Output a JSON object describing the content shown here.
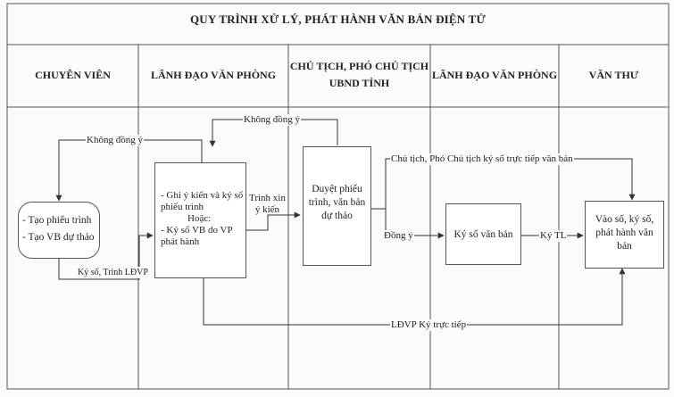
{
  "title": "QUY TRÌNH XỬ LÝ, PHÁT HÀNH VĂN BẢN ĐIỆN TỬ",
  "lanes": [
    {
      "label_line1": "CHUYÊN VIÊN",
      "label_line2": ""
    },
    {
      "label_line1": "LÃNH ĐẠO VĂN PHÒNG",
      "label_line2": ""
    },
    {
      "label_line1": "CHỦ TỊCH, PHÓ CHỦ TỊCH",
      "label_line2": "UBND TỈNH"
    },
    {
      "label_line1": "LÃNH ĐẠO VĂN PHÒNG",
      "label_line2": ""
    },
    {
      "label_line1": "VĂN THƯ",
      "label_line2": ""
    }
  ],
  "nodes": {
    "chuyen_vien": {
      "line1": "- Tạo phiếu trình",
      "line2": "- Tạo VB dự thảo"
    },
    "lanh_dao_1": {
      "line1": "- Ghi ý kiến và ký số",
      "line2": "phiếu trình",
      "line3": "Hoặc:",
      "line4": "- Ký số VB do VP",
      "line5": "phát hành"
    },
    "chu_tich": {
      "line1": "Duyệt phiếu",
      "line2": "trình, văn bản",
      "line3": "dự thảo"
    },
    "lanh_dao_2": {
      "line1": "Ký số văn bản"
    },
    "van_thu": {
      "line1": "Vào số, ký số,",
      "line2": "phát hành văn",
      "line3": "bản"
    }
  },
  "edges": {
    "khong_dong_y_1": "Không đồng ý",
    "khong_dong_y_2": "Không đồng ý",
    "ky_so_trinh": "Ký số, Trình LĐVP",
    "trinh_xin_y_kien_1": "Trình xin",
    "trinh_xin_y_kien_2": "ý kiến",
    "dong_y": "Đồng ý",
    "ky_tl": "Ký TL",
    "chu_tich_ky_truc_tiep": "Chủ tịch, Phó Chủ tịch ký số trực tiếp văn bản",
    "ldvp_ky_truc_tiep": "LĐVP Ký trực tiếp"
  }
}
